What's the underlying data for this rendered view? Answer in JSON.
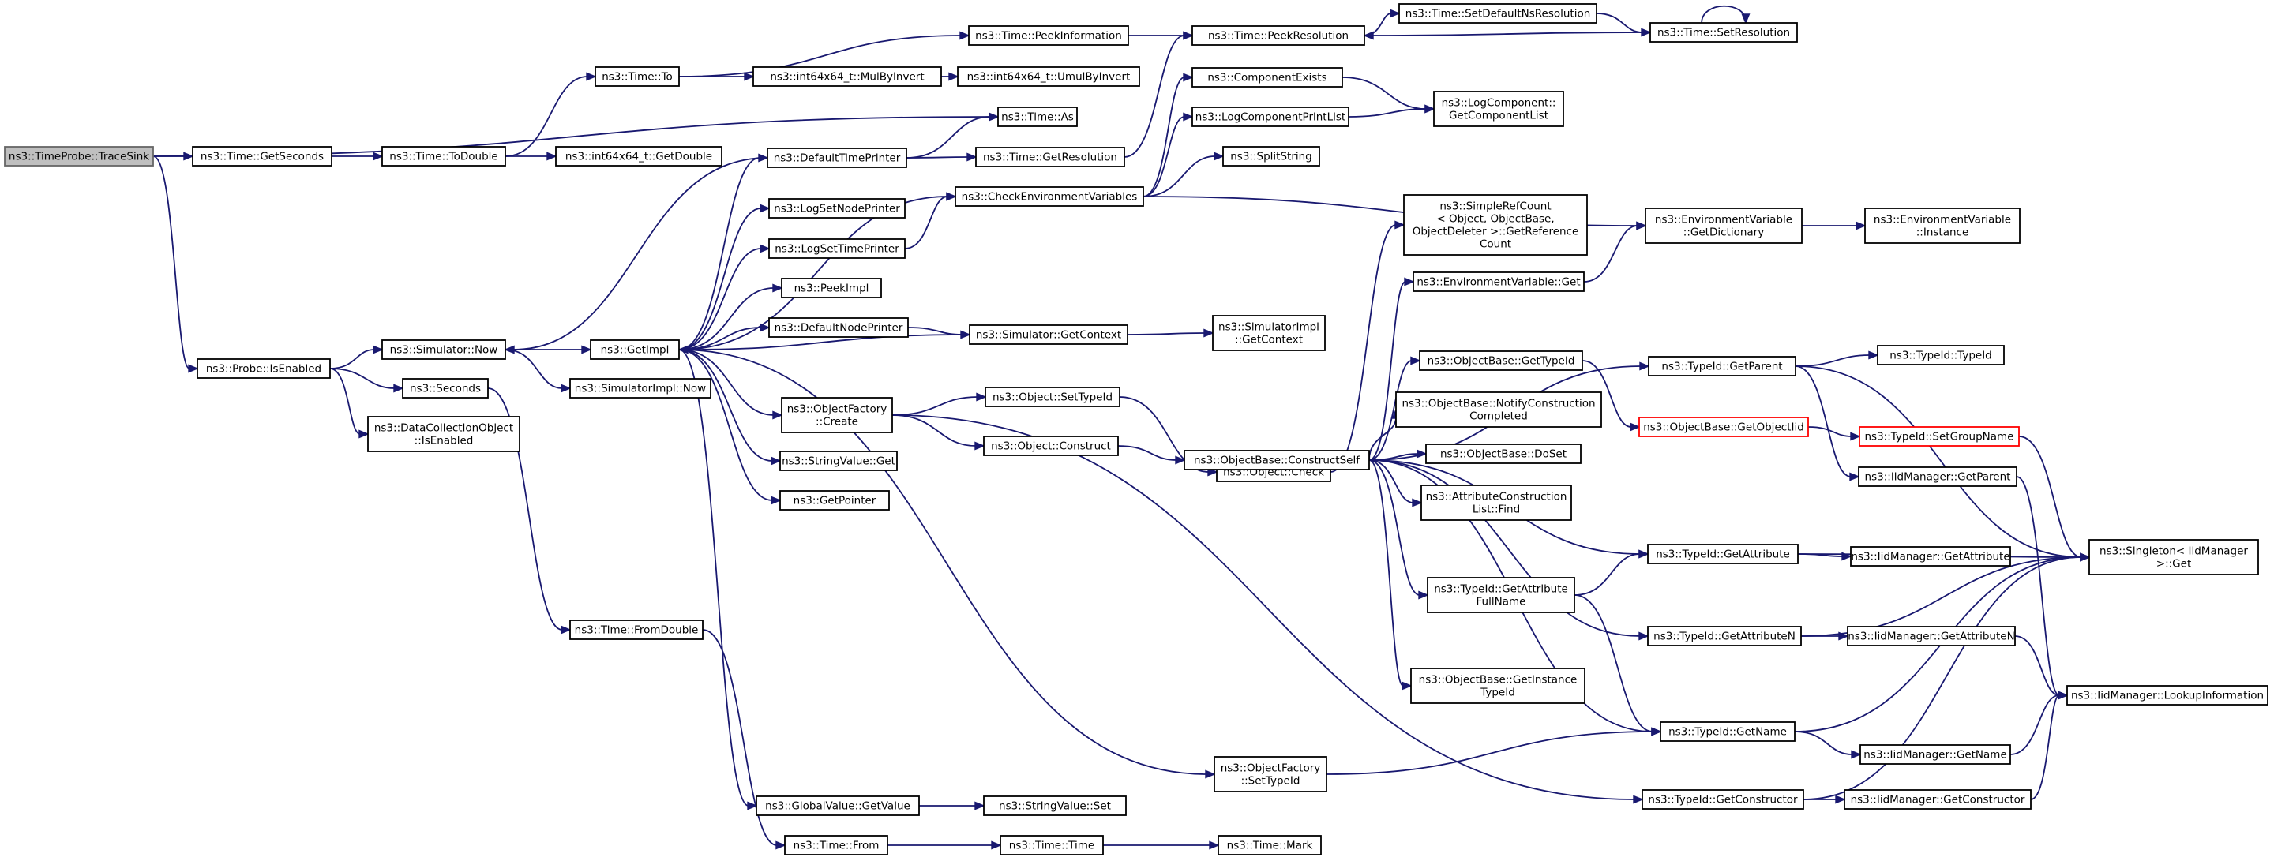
{
  "title": "",
  "colors": {
    "edge": "#191970",
    "root_fill": "#bfbfbf",
    "highlight_border": "#ff0000"
  },
  "nodes": [
    {
      "id": "traceSink",
      "lines": [
        "ns3::TimeProbe::TraceSink"
      ],
      "root": true
    },
    {
      "id": "getSeconds",
      "lines": [
        "ns3::Time::GetSeconds"
      ]
    },
    {
      "id": "toDouble",
      "lines": [
        "ns3::Time::ToDouble"
      ]
    },
    {
      "id": "timeTo",
      "lines": [
        "ns3::Time::To"
      ]
    },
    {
      "id": "int64GetDouble",
      "lines": [
        "ns3::int64x64_t::GetDouble"
      ]
    },
    {
      "id": "mulByInvert",
      "lines": [
        "ns3::int64x64_t::MulByInvert"
      ]
    },
    {
      "id": "umulByInvert",
      "lines": [
        "ns3::int64x64_t::UmulByInvert"
      ]
    },
    {
      "id": "peekInformation",
      "lines": [
        "ns3::Time::PeekInformation"
      ]
    },
    {
      "id": "peekResolution",
      "lines": [
        "ns3::Time::PeekResolution"
      ]
    },
    {
      "id": "setDefaultNsResolution",
      "lines": [
        "ns3::Time::SetDefaultNsResolution"
      ]
    },
    {
      "id": "setResolution",
      "lines": [
        "ns3::Time::SetResolution"
      ]
    },
    {
      "id": "timeAs",
      "lines": [
        "ns3::Time::As"
      ]
    },
    {
      "id": "defaultTimePrinter",
      "lines": [
        "ns3::DefaultTimePrinter"
      ]
    },
    {
      "id": "getResolution",
      "lines": [
        "ns3::Time::GetResolution"
      ]
    },
    {
      "id": "componentExists",
      "lines": [
        "ns3::ComponentExists"
      ]
    },
    {
      "id": "logComponentPrintList",
      "lines": [
        "ns3::LogComponentPrintList"
      ]
    },
    {
      "id": "getComponentList",
      "lines": [
        "ns3::LogComponent::",
        "GetComponentList"
      ]
    },
    {
      "id": "splitString",
      "lines": [
        "ns3::SplitString"
      ]
    },
    {
      "id": "checkEnvVars",
      "lines": [
        "ns3::CheckEnvironmentVariables"
      ]
    },
    {
      "id": "logSetNodePrinter",
      "lines": [
        "ns3::LogSetNodePrinter"
      ]
    },
    {
      "id": "logSetTimePrinter",
      "lines": [
        "ns3::LogSetTimePrinter"
      ]
    },
    {
      "id": "simpleRefCount",
      "lines": [
        "ns3::SimpleRefCount",
        "< Object, ObjectBase,",
        "ObjectDeleter >::GetReference",
        "Count"
      ]
    },
    {
      "id": "envGetDictionary",
      "lines": [
        "ns3::EnvironmentVariable",
        "::GetDictionary"
      ]
    },
    {
      "id": "envInstance",
      "lines": [
        "ns3::EnvironmentVariable",
        "::Instance"
      ]
    },
    {
      "id": "peekImpl",
      "lines": [
        "ns3::PeekImpl"
      ]
    },
    {
      "id": "envGet",
      "lines": [
        "ns3::EnvironmentVariable::Get"
      ]
    },
    {
      "id": "defaultNodePrinter",
      "lines": [
        "ns3::DefaultNodePrinter"
      ]
    },
    {
      "id": "simGetContext",
      "lines": [
        "ns3::Simulator::GetContext"
      ]
    },
    {
      "id": "simImplGetContext",
      "lines": [
        "ns3::SimulatorImpl",
        "::GetContext"
      ]
    },
    {
      "id": "probeIsEnabled",
      "lines": [
        "ns3::Probe::IsEnabled"
      ]
    },
    {
      "id": "simNow",
      "lines": [
        "ns3::Simulator::Now"
      ]
    },
    {
      "id": "getImpl",
      "lines": [
        "ns3::GetImpl"
      ]
    },
    {
      "id": "simImplNow",
      "lines": [
        "ns3::SimulatorImpl::Now"
      ]
    },
    {
      "id": "seconds",
      "lines": [
        "ns3::Seconds"
      ]
    },
    {
      "id": "dcoIsEnabled",
      "lines": [
        "ns3::DataCollectionObject",
        "::IsEnabled"
      ]
    },
    {
      "id": "objectFactoryCreate",
      "lines": [
        "ns3::ObjectFactory",
        "::Create"
      ]
    },
    {
      "id": "objectSetTypeId",
      "lines": [
        "ns3::Object::SetTypeId"
      ]
    },
    {
      "id": "objectCheck",
      "lines": [
        "ns3::Object::Check"
      ]
    },
    {
      "id": "objectConstruct",
      "lines": [
        "ns3::Object::Construct"
      ]
    },
    {
      "id": "constructSelf",
      "lines": [
        "ns3::ObjectBase::ConstructSelf"
      ]
    },
    {
      "id": "objBaseGetTypeId",
      "lines": [
        "ns3::ObjectBase::GetTypeId"
      ]
    },
    {
      "id": "notifyConstruction",
      "lines": [
        "ns3::ObjectBase::NotifyConstruction",
        "Completed"
      ]
    },
    {
      "id": "doSet",
      "lines": [
        "ns3::ObjectBase::DoSet"
      ]
    },
    {
      "id": "attrConstructionFind",
      "lines": [
        "ns3::AttributeConstruction",
        "List::Find"
      ]
    },
    {
      "id": "typeIdGetParent",
      "lines": [
        "ns3::TypeId::GetParent"
      ]
    },
    {
      "id": "typeIdTypeId",
      "lines": [
        "ns3::TypeId::TypeId"
      ]
    },
    {
      "id": "getObjectIid",
      "lines": [
        "ns3::ObjectBase::GetObjectIid"
      ],
      "red": true
    },
    {
      "id": "setGroupName",
      "lines": [
        "ns3::TypeId::SetGroupName"
      ],
      "red": true
    },
    {
      "id": "iidGetParent",
      "lines": [
        "ns3::IidManager::GetParent"
      ]
    },
    {
      "id": "singletonGet",
      "lines": [
        "ns3::Singleton< IidManager",
        ">::Get"
      ]
    },
    {
      "id": "stringValueGet",
      "lines": [
        "ns3::StringValue::Get"
      ]
    },
    {
      "id": "getPointer",
      "lines": [
        "ns3::GetPointer"
      ]
    },
    {
      "id": "typeIdGetAttribute",
      "lines": [
        "ns3::TypeId::GetAttribute"
      ]
    },
    {
      "id": "iidGetAttribute",
      "lines": [
        "ns3::IidManager::GetAttribute"
      ]
    },
    {
      "id": "typeIdGetAttrFullName",
      "lines": [
        "ns3::TypeId::GetAttribute",
        "FullName"
      ]
    },
    {
      "id": "timeFromDouble",
      "lines": [
        "ns3::Time::FromDouble"
      ]
    },
    {
      "id": "typeIdGetAttributeN",
      "lines": [
        "ns3::TypeId::GetAttributeN"
      ]
    },
    {
      "id": "iidGetAttributeN",
      "lines": [
        "ns3::IidManager::GetAttributeN"
      ]
    },
    {
      "id": "objBaseGetInstanceTypeId",
      "lines": [
        "ns3::ObjectBase::GetInstance",
        "TypeId"
      ]
    },
    {
      "id": "lookupInformation",
      "lines": [
        "ns3::IidManager::LookupInformation"
      ]
    },
    {
      "id": "typeIdGetName",
      "lines": [
        "ns3::TypeId::GetName"
      ]
    },
    {
      "id": "iidGetName",
      "lines": [
        "ns3::IidManager::GetName"
      ]
    },
    {
      "id": "factorySetTypeId",
      "lines": [
        "ns3::ObjectFactory",
        "::SetTypeId"
      ]
    },
    {
      "id": "typeIdGetConstructor",
      "lines": [
        "ns3::TypeId::GetConstructor"
      ]
    },
    {
      "id": "iidGetConstructor",
      "lines": [
        "ns3::IidManager::GetConstructor"
      ]
    },
    {
      "id": "globalValueGetValue",
      "lines": [
        "ns3::GlobalValue::GetValue"
      ]
    },
    {
      "id": "stringValueSet",
      "lines": [
        "ns3::StringValue::Set"
      ]
    },
    {
      "id": "timeFrom",
      "lines": [
        "ns3::Time::From"
      ]
    },
    {
      "id": "timeTime",
      "lines": [
        "ns3::Time::Time"
      ]
    },
    {
      "id": "timeMark",
      "lines": [
        "ns3::Time::Mark"
      ]
    }
  ],
  "edges": [
    [
      "traceSink",
      "getSeconds"
    ],
    [
      "traceSink",
      "timeAs"
    ],
    [
      "traceSink",
      "probeIsEnabled"
    ],
    [
      "getSeconds",
      "toDouble"
    ],
    [
      "toDouble",
      "timeTo"
    ],
    [
      "toDouble",
      "int64GetDouble"
    ],
    [
      "timeTo",
      "peekInformation"
    ],
    [
      "timeTo",
      "mulByInvert"
    ],
    [
      "mulByInvert",
      "umulByInvert"
    ],
    [
      "peekInformation",
      "peekResolution"
    ],
    [
      "peekResolution",
      "setDefaultNsResolution"
    ],
    [
      "setDefaultNsResolution",
      "setResolution"
    ],
    [
      "setResolution",
      "setResolution"
    ],
    [
      "setResolution",
      "peekResolution"
    ],
    [
      "probeIsEnabled",
      "simNow"
    ],
    [
      "probeIsEnabled",
      "seconds"
    ],
    [
      "probeIsEnabled",
      "dcoIsEnabled"
    ],
    [
      "simNow",
      "getImpl"
    ],
    [
      "simNow",
      "simImplNow"
    ],
    [
      "getImpl",
      "defaultTimePrinter"
    ],
    [
      "getImpl",
      "logSetNodePrinter"
    ],
    [
      "getImpl",
      "logSetTimePrinter"
    ],
    [
      "getImpl",
      "peekImpl"
    ],
    [
      "getImpl",
      "defaultNodePrinter"
    ],
    [
      "getImpl",
      "objectFactoryCreate"
    ],
    [
      "getImpl",
      "stringValueGet"
    ],
    [
      "getImpl",
      "getPointer"
    ],
    [
      "getImpl",
      "globalValueGetValue"
    ],
    [
      "getImpl",
      "factorySetTypeId"
    ],
    [
      "getImpl",
      "checkEnvVars"
    ],
    [
      "defaultTimePrinter",
      "simNow"
    ],
    [
      "defaultTimePrinter",
      "timeAs"
    ],
    [
      "defaultTimePrinter",
      "getResolution"
    ],
    [
      "getResolution",
      "peekResolution"
    ],
    [
      "checkEnvVars",
      "componentExists"
    ],
    [
      "checkEnvVars",
      "logComponentPrintList"
    ],
    [
      "checkEnvVars",
      "splitString"
    ],
    [
      "checkEnvVars",
      "envGetDictionary"
    ],
    [
      "componentExists",
      "getComponentList"
    ],
    [
      "logComponentPrintList",
      "getComponentList"
    ],
    [
      "logSetTimePrinter",
      "checkEnvVars"
    ],
    [
      "envGetDictionary",
      "envInstance"
    ],
    [
      "envGet",
      "envGetDictionary"
    ],
    [
      "defaultNodePrinter",
      "simGetContext"
    ],
    [
      "simGetContext",
      "simImplGetContext"
    ],
    [
      "simGetContext",
      "getImpl"
    ],
    [
      "seconds",
      "timeFromDouble"
    ],
    [
      "timeFromDouble",
      "timeFrom"
    ],
    [
      "objectFactoryCreate",
      "objectSetTypeId"
    ],
    [
      "objectFactoryCreate",
      "objectConstruct"
    ],
    [
      "objectFactoryCreate",
      "typeIdGetConstructor"
    ],
    [
      "objectSetTypeId",
      "objectCheck"
    ],
    [
      "objectCheck",
      "simpleRefCount"
    ],
    [
      "objectConstruct",
      "constructSelf"
    ],
    [
      "constructSelf",
      "envGet"
    ],
    [
      "constructSelf",
      "typeIdGetParent"
    ],
    [
      "constructSelf",
      "objBaseGetTypeId"
    ],
    [
      "constructSelf",
      "notifyConstruction"
    ],
    [
      "constructSelf",
      "doSet"
    ],
    [
      "constructSelf",
      "attrConstructionFind"
    ],
    [
      "constructSelf",
      "typeIdGetAttribute"
    ],
    [
      "constructSelf",
      "typeIdGetAttrFullName"
    ],
    [
      "constructSelf",
      "typeIdGetAttributeN"
    ],
    [
      "constructSelf",
      "objBaseGetInstanceTypeId"
    ],
    [
      "constructSelf",
      "typeIdGetName"
    ],
    [
      "objBaseGetTypeId",
      "getObjectIid"
    ],
    [
      "getObjectIid",
      "setGroupName"
    ],
    [
      "setGroupName",
      "singletonGet"
    ],
    [
      "typeIdGetParent",
      "typeIdTypeId"
    ],
    [
      "typeIdGetParent",
      "iidGetParent"
    ],
    [
      "typeIdGetParent",
      "singletonGet"
    ],
    [
      "iidGetParent",
      "lookupInformation"
    ],
    [
      "typeIdGetAttribute",
      "iidGetAttribute"
    ],
    [
      "typeIdGetAttribute",
      "singletonGet"
    ],
    [
      "typeIdGetAttrFullName",
      "typeIdGetAttribute"
    ],
    [
      "typeIdGetAttrFullName",
      "typeIdGetName"
    ],
    [
      "typeIdGetAttributeN",
      "iidGetAttributeN"
    ],
    [
      "typeIdGetAttributeN",
      "singletonGet"
    ],
    [
      "iidGetAttributeN",
      "lookupInformation"
    ],
    [
      "typeIdGetName",
      "iidGetName"
    ],
    [
      "typeIdGetName",
      "singletonGet"
    ],
    [
      "iidGetName",
      "lookupInformation"
    ],
    [
      "factorySetTypeId",
      "typeIdGetName"
    ],
    [
      "typeIdGetConstructor",
      "iidGetConstructor"
    ],
    [
      "typeIdGetConstructor",
      "singletonGet"
    ],
    [
      "iidGetConstructor",
      "lookupInformation"
    ],
    [
      "globalValueGetValue",
      "stringValueSet"
    ],
    [
      "timeFrom",
      "timeTime"
    ],
    [
      "timeTime",
      "timeMark"
    ]
  ]
}
